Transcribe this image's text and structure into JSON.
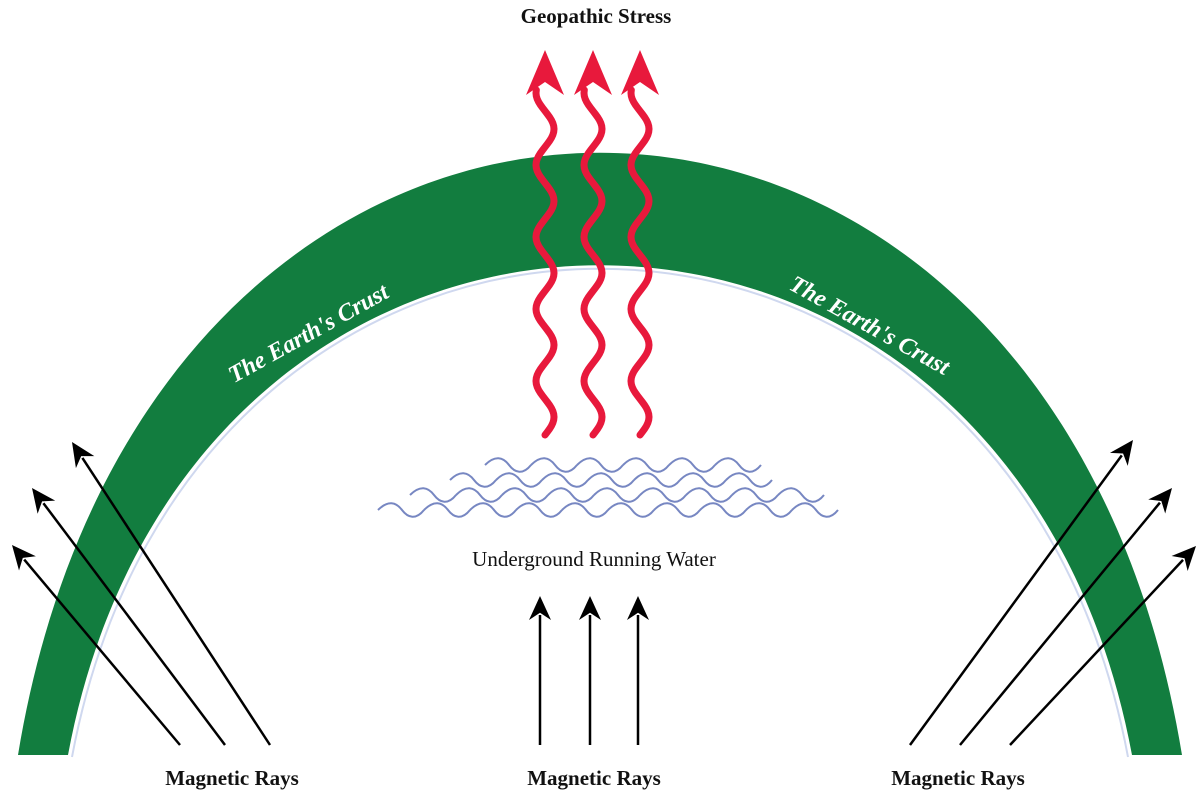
{
  "title": "Geopathic Stress",
  "crust_left": "The Earth's Crust",
  "crust_right": "The Earth's Crust",
  "water_label": "Underground Running Water",
  "rays": [
    "Magnetic Rays",
    "Magnetic Rays",
    "Magnetic Rays"
  ],
  "colors": {
    "crust": "#127d3f",
    "stress": "#e8193c",
    "water": "#4a5fae",
    "ray": "#000000"
  }
}
